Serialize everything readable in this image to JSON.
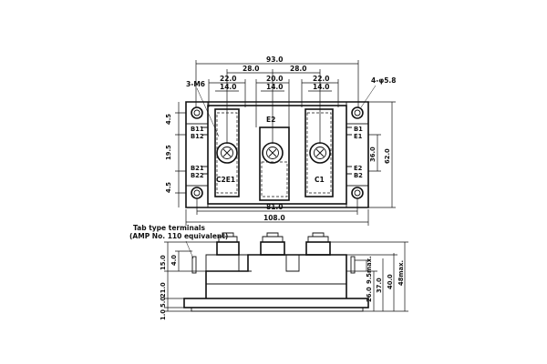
{
  "top_view": {
    "dimensions": {
      "overall_width": "93.0",
      "pitch_left": "28.0",
      "pitch_right": "28.0",
      "left_slot_outer": "22.0",
      "left_slot_inner": "14.0",
      "center_slot_outer": "20.0",
      "center_slot_inner": "14.0",
      "right_slot_outer": "22.0",
      "right_slot_inner": "14.0",
      "mount_spacing": "81.0",
      "base_length": "108.0",
      "height_36": "36.0",
      "height_62": "62.0",
      "left_4_5_top": "4.5",
      "left_19_5": "19.5",
      "left_4_5_bottom": "4.5"
    },
    "callouts": {
      "screws": "3-M6",
      "mount_holes": "4-φ5.8"
    },
    "terminal_labels": {
      "b11": "B11",
      "b12": "B12",
      "b21": "B21",
      "b22": "B22",
      "b1": "B1",
      "e1": "E1",
      "e2": "E2",
      "b2": "B2",
      "e2_center": "E2",
      "c2e1": "C2E1",
      "c1": "C1"
    }
  },
  "side_view": {
    "note_line1": "Tab type terminals",
    "note_line2": "(AMP No. 110 equivalent)",
    "dimensions": {
      "left_15_0": "15.0",
      "left_4_0": "4.0",
      "left_21_0": "21.0",
      "left_5_0": "5.0",
      "left_1_0": "1.0",
      "right_9_5_max": "9.5max.",
      "right_26_0": "26.0",
      "right_37_0": "37.0",
      "right_40_0": "40.0",
      "right_48_max": "48max."
    }
  }
}
